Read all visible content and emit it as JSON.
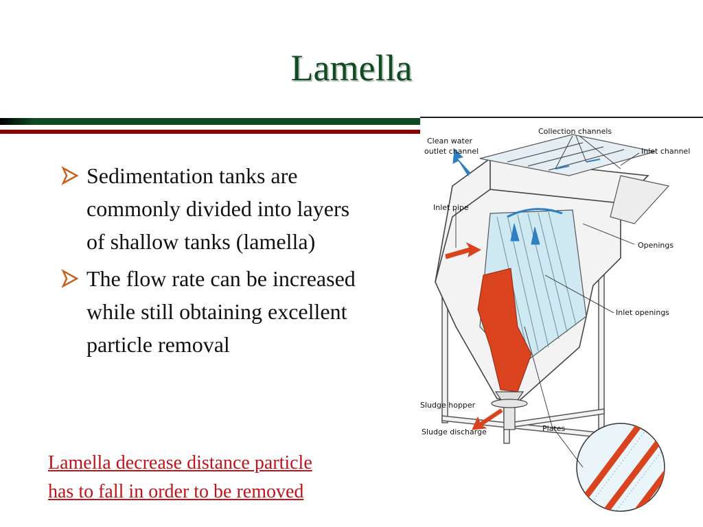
{
  "slide": {
    "title": "Lamella",
    "bullets": [
      "Sedimentation tanks are commonly divided into layers of shallow tanks (lamella)",
      "The flow rate can be increased while still obtaining excellent particle removal"
    ],
    "caption_lines": [
      "Lamella decrease distance particle ",
      "has to fall in order to be removed  "
    ]
  },
  "diagram": {
    "labels": {
      "collection_channels": "Collection channels",
      "clean_water_1": "Clean water",
      "clean_water_2": "outlet channel",
      "inlet_channel": "Inlet channel",
      "inlet_pipe": "Inlet pipe",
      "openings": "Openings",
      "inlet_openings": "Inlet openings",
      "sludge_hopper": "Sludge hopper",
      "sludge_discharge": "Sludge discharge",
      "plates": "Plates"
    }
  },
  "colors": {
    "title": "#0f4a22",
    "bar_dark": "#0f4a22",
    "bar_red": "#8b0000",
    "caption": "#c0141a",
    "bullet_arrow": "#c8601a",
    "sludge": "#d9431e",
    "water": "#cfe9f3",
    "flow_arrow": "#2f7fc4"
  }
}
